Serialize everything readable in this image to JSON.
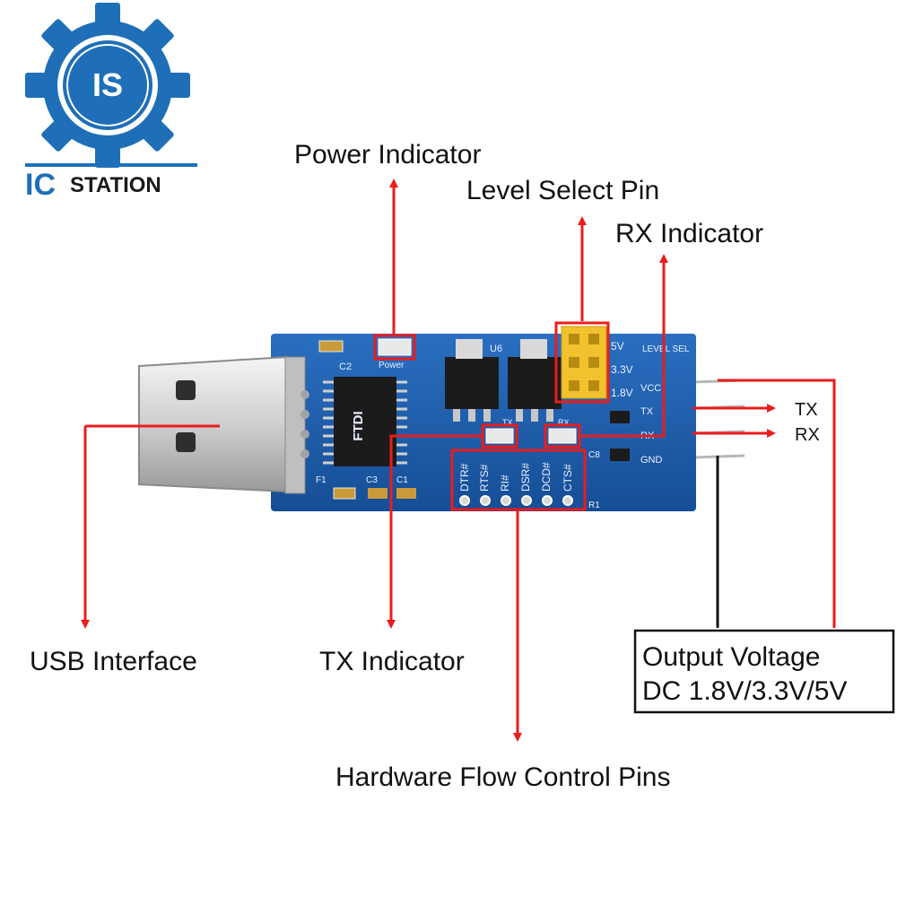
{
  "brand": {
    "logo_text_left": "IC",
    "logo_text_right": "STATION",
    "logo_mark": "IS"
  },
  "callouts": {
    "power_indicator": "Power Indicator",
    "level_select_pin": "Level Select Pin",
    "rx_indicator": "RX Indicator",
    "usb_interface": "USB Interface",
    "tx_indicator": "TX Indicator",
    "hardware_flow_control_pins": "Hardware Flow Control Pins",
    "output_voltage_line1": "Output Voltage",
    "output_voltage_line2": "DC 1.8V/3.3V/5V",
    "tx_pin": "TX",
    "rx_pin": "RX"
  },
  "board": {
    "power_silk": "Power",
    "tx_silk": "TX",
    "rx_silk": "RX",
    "c2": "C2",
    "c3": "C3",
    "c1": "C1",
    "f1": "F1",
    "c8": "C8",
    "r1": "R1",
    "u6": "U6",
    "chip_brand": "FTDI",
    "level_5v": "5V",
    "level_33v": "3.3V",
    "level_18v": "1.8V",
    "level_header": "LEVEL SEL",
    "side_pins": [
      "VCC",
      "TX",
      "RX",
      "GND"
    ],
    "flow_pins": [
      "DTR#",
      "RTS#",
      "RI#",
      "DSR#",
      "DCD#",
      "CTS#"
    ]
  },
  "colors": {
    "arrow": "#ea1c1c",
    "pcb": "#1d5fae",
    "usb_metal": "#d8d8d8",
    "header_yellow": "#f2c12e"
  }
}
